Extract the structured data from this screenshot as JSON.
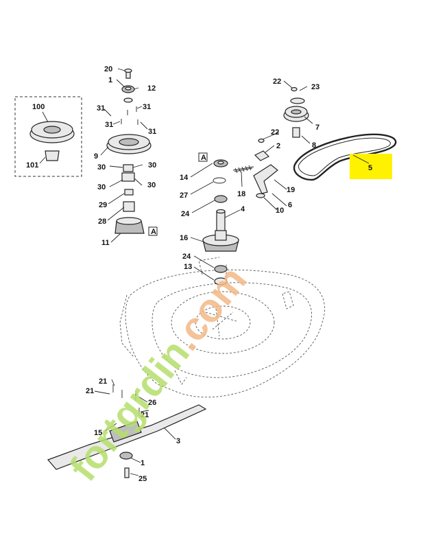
{
  "watermark": {
    "text": "fortgrdin.com",
    "color_green": "#b6df6c",
    "color_orange": "#f3b987"
  },
  "highlight": {
    "part": "5",
    "color": "#fff200"
  },
  "labels": {
    "p20": "20",
    "p1a": "1",
    "p12": "12",
    "p31a": "31",
    "p31b": "31",
    "p31c": "31",
    "p31d": "31",
    "p9": "9",
    "p30a": "30",
    "p30b": "30",
    "p30c": "30",
    "p30d": "30",
    "p29": "29",
    "p28": "28",
    "p11": "11",
    "p100": "100",
    "p101": "101",
    "ref_a1": "A",
    "ref_a2": "A",
    "p22a": "22",
    "p23": "23",
    "p7": "7",
    "p22b": "22",
    "p2": "2",
    "p8": "8",
    "p5": "5",
    "p14": "14",
    "p27": "27",
    "p18": "18",
    "p19": "19",
    "p24a": "24",
    "p4": "4",
    "p6": "6",
    "p10": "10",
    "p16": "16",
    "p24b": "24",
    "p13": "13",
    "p21a": "21",
    "p21b": "21",
    "p26": "26",
    "p21c": "21",
    "p15": "15",
    "p3": "3",
    "p1b": "1",
    "p25": "25"
  }
}
